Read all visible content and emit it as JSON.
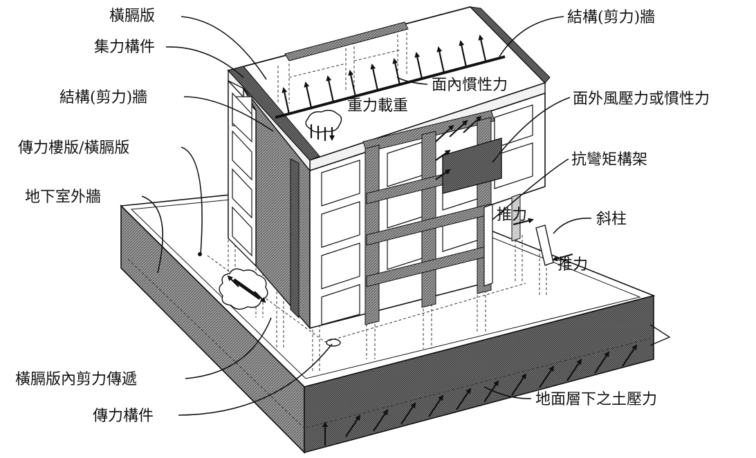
{
  "labels": {
    "diaphragm_top": "橫膈版",
    "collector": "集力構件",
    "shear_wall_left": "結構(剪力)牆",
    "transfer_slab": "傳力樓版/橫膈版",
    "basement_wall": "地下室外牆",
    "diaphragm_shear": "橫膈版內剪力傳遞",
    "transfer_member": "傳力構件",
    "shear_wall_right": "結構(剪力)牆",
    "in_plane_inertia": "面內慣性力",
    "gravity_load": "重力載重",
    "out_of_plane": "面外風壓力或慣性力",
    "moment_frame": "抗彎矩構架",
    "thrust_upper": "推力",
    "inclined_column": "斜柱",
    "thrust_lower": "推力",
    "soil_pressure": "地面層下之土壓力"
  },
  "colors": {
    "wall_pattern": "#777777",
    "frame_fill": "#888888",
    "panel_fill": "#9a9a9a",
    "line": "#111111"
  }
}
